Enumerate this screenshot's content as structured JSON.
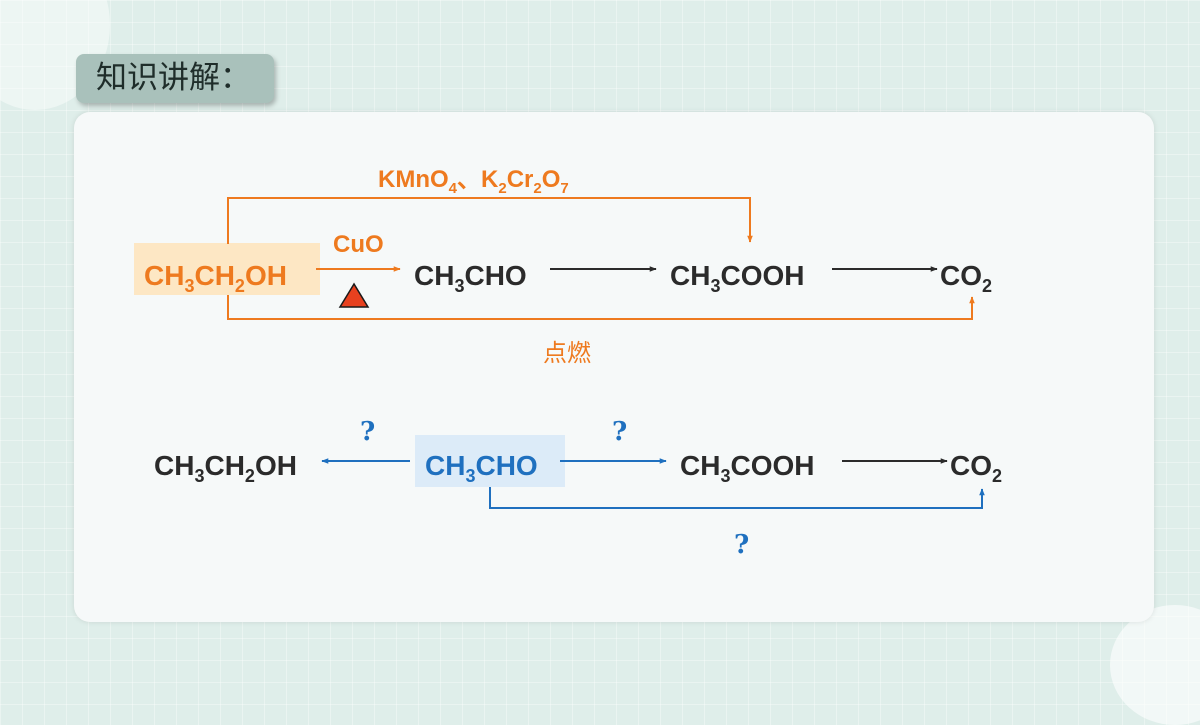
{
  "title": "知识讲解：",
  "colors": {
    "orange": "#ee7a1f",
    "blue": "#1f70bf",
    "dark": "#2b2b2b",
    "triangle": "#e8411f",
    "highlight_orange": "#fde7c4",
    "highlight_blue": "#dcebf8"
  },
  "row1": {
    "ethanol": {
      "a": "CH",
      "s1": "3",
      "b": "CH",
      "s2": "2",
      "c": "OH"
    },
    "cuo": "CuO",
    "acetaldehyde": {
      "a": "CH",
      "s1": "3",
      "b": "CHO"
    },
    "acetic_acid": {
      "a": "CH",
      "s1": "3",
      "b": "COOH"
    },
    "co2": {
      "a": "CO",
      "s1": "2"
    },
    "oxidants": {
      "a": "KMnO",
      "s1": "4",
      "b": "、K",
      "s2": "2",
      "c": "Cr",
      "s3": "2",
      "d": "O",
      "s4": "7"
    },
    "burn": "点燃"
  },
  "row2": {
    "ethanol": {
      "a": "CH",
      "s1": "3",
      "b": "CH",
      "s2": "2",
      "c": "OH"
    },
    "acetaldehyde": {
      "a": "CH",
      "s1": "3",
      "b": "CHO"
    },
    "acetic_acid": {
      "a": "CH",
      "s1": "3",
      "b": "COOH"
    },
    "co2": {
      "a": "CO",
      "s1": "2"
    },
    "q_left": "?",
    "q_right": "?",
    "q_bottom": "?"
  }
}
